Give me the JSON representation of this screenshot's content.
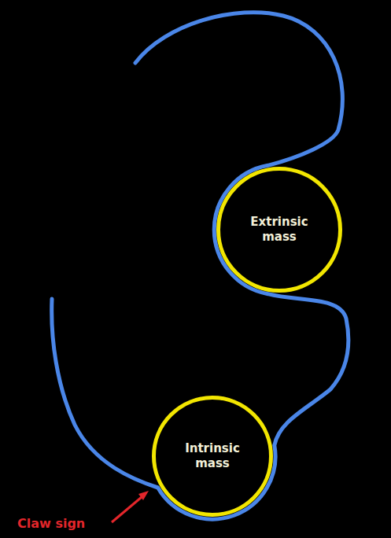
{
  "diagram": {
    "nodes": [
      {
        "text": [
          "Extrinsic mass"
        ]
      },
      {
        "text": [
          "Intrinsic mass"
        ]
      }
    ],
    "labels": [
      "Claw sign"
    ]
  }
}
